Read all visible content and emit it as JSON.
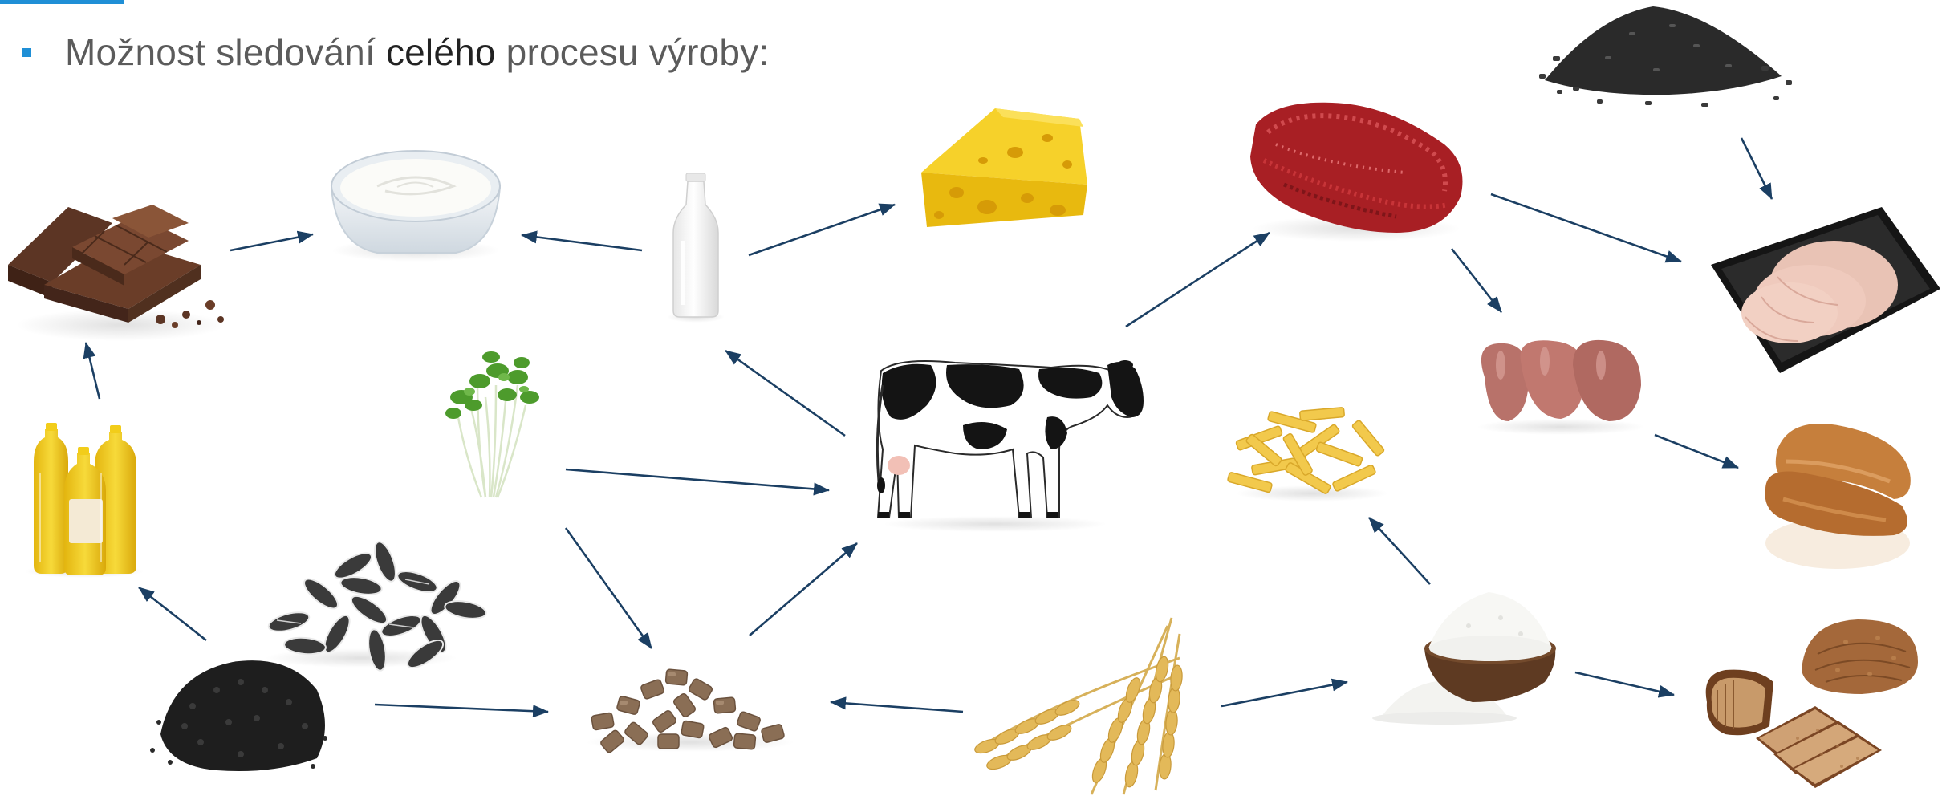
{
  "heading": {
    "prefix": "Možnost sledování ",
    "emphasis": "celého",
    "suffix": " procesu výroby:"
  },
  "colors": {
    "accent": "#1f8fd6",
    "arrow": "#1b3f63",
    "text": "#5b5b5b"
  },
  "nodes": [
    {
      "id": "chocolate",
      "icon": "chocolate-icon"
    },
    {
      "id": "yogurt",
      "icon": "yogurt-icon"
    },
    {
      "id": "milk",
      "icon": "milk-bottle-icon"
    },
    {
      "id": "cheese",
      "icon": "cheese-icon"
    },
    {
      "id": "minced-meat",
      "icon": "minced-meat-icon"
    },
    {
      "id": "granules",
      "icon": "granules-icon"
    },
    {
      "id": "ham",
      "icon": "ham-icon"
    },
    {
      "id": "sausages",
      "icon": "sausages-icon"
    },
    {
      "id": "smoked-sausage",
      "icon": "smoked-sausage-icon"
    },
    {
      "id": "oil",
      "icon": "oil-bottles-icon"
    },
    {
      "id": "sprouts",
      "icon": "sprouts-icon"
    },
    {
      "id": "cow",
      "icon": "cow-icon"
    },
    {
      "id": "pasta",
      "icon": "pasta-icon"
    },
    {
      "id": "sunflower-seeds",
      "icon": "sunflower-seeds-icon"
    },
    {
      "id": "rapeseed",
      "icon": "rapeseed-icon"
    },
    {
      "id": "pellets",
      "icon": "pellets-icon"
    },
    {
      "id": "wheat",
      "icon": "wheat-icon"
    },
    {
      "id": "flour",
      "icon": "flour-icon"
    },
    {
      "id": "bread",
      "icon": "bread-icon"
    }
  ]
}
